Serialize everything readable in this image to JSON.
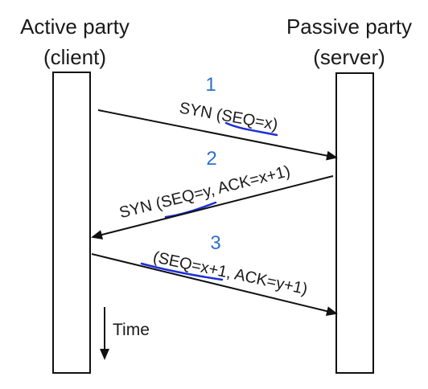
{
  "parties": {
    "client": {
      "name": "Active party",
      "role": "(client)"
    },
    "server": {
      "name": "Passive party",
      "role": "(server)"
    }
  },
  "messages": [
    {
      "step": "1",
      "label": "SYN (SEQ=x)"
    },
    {
      "step": "2",
      "label": "SYN (SEQ=y, ACK=x+1)"
    },
    {
      "step": "3",
      "label": "(SEQ=x+1, ACK=y+1)"
    }
  ],
  "time_label": "Time",
  "colors": {
    "step_number": "#2f6fd0",
    "annotation_ink": "#1b2fd8",
    "line": "#111111"
  }
}
